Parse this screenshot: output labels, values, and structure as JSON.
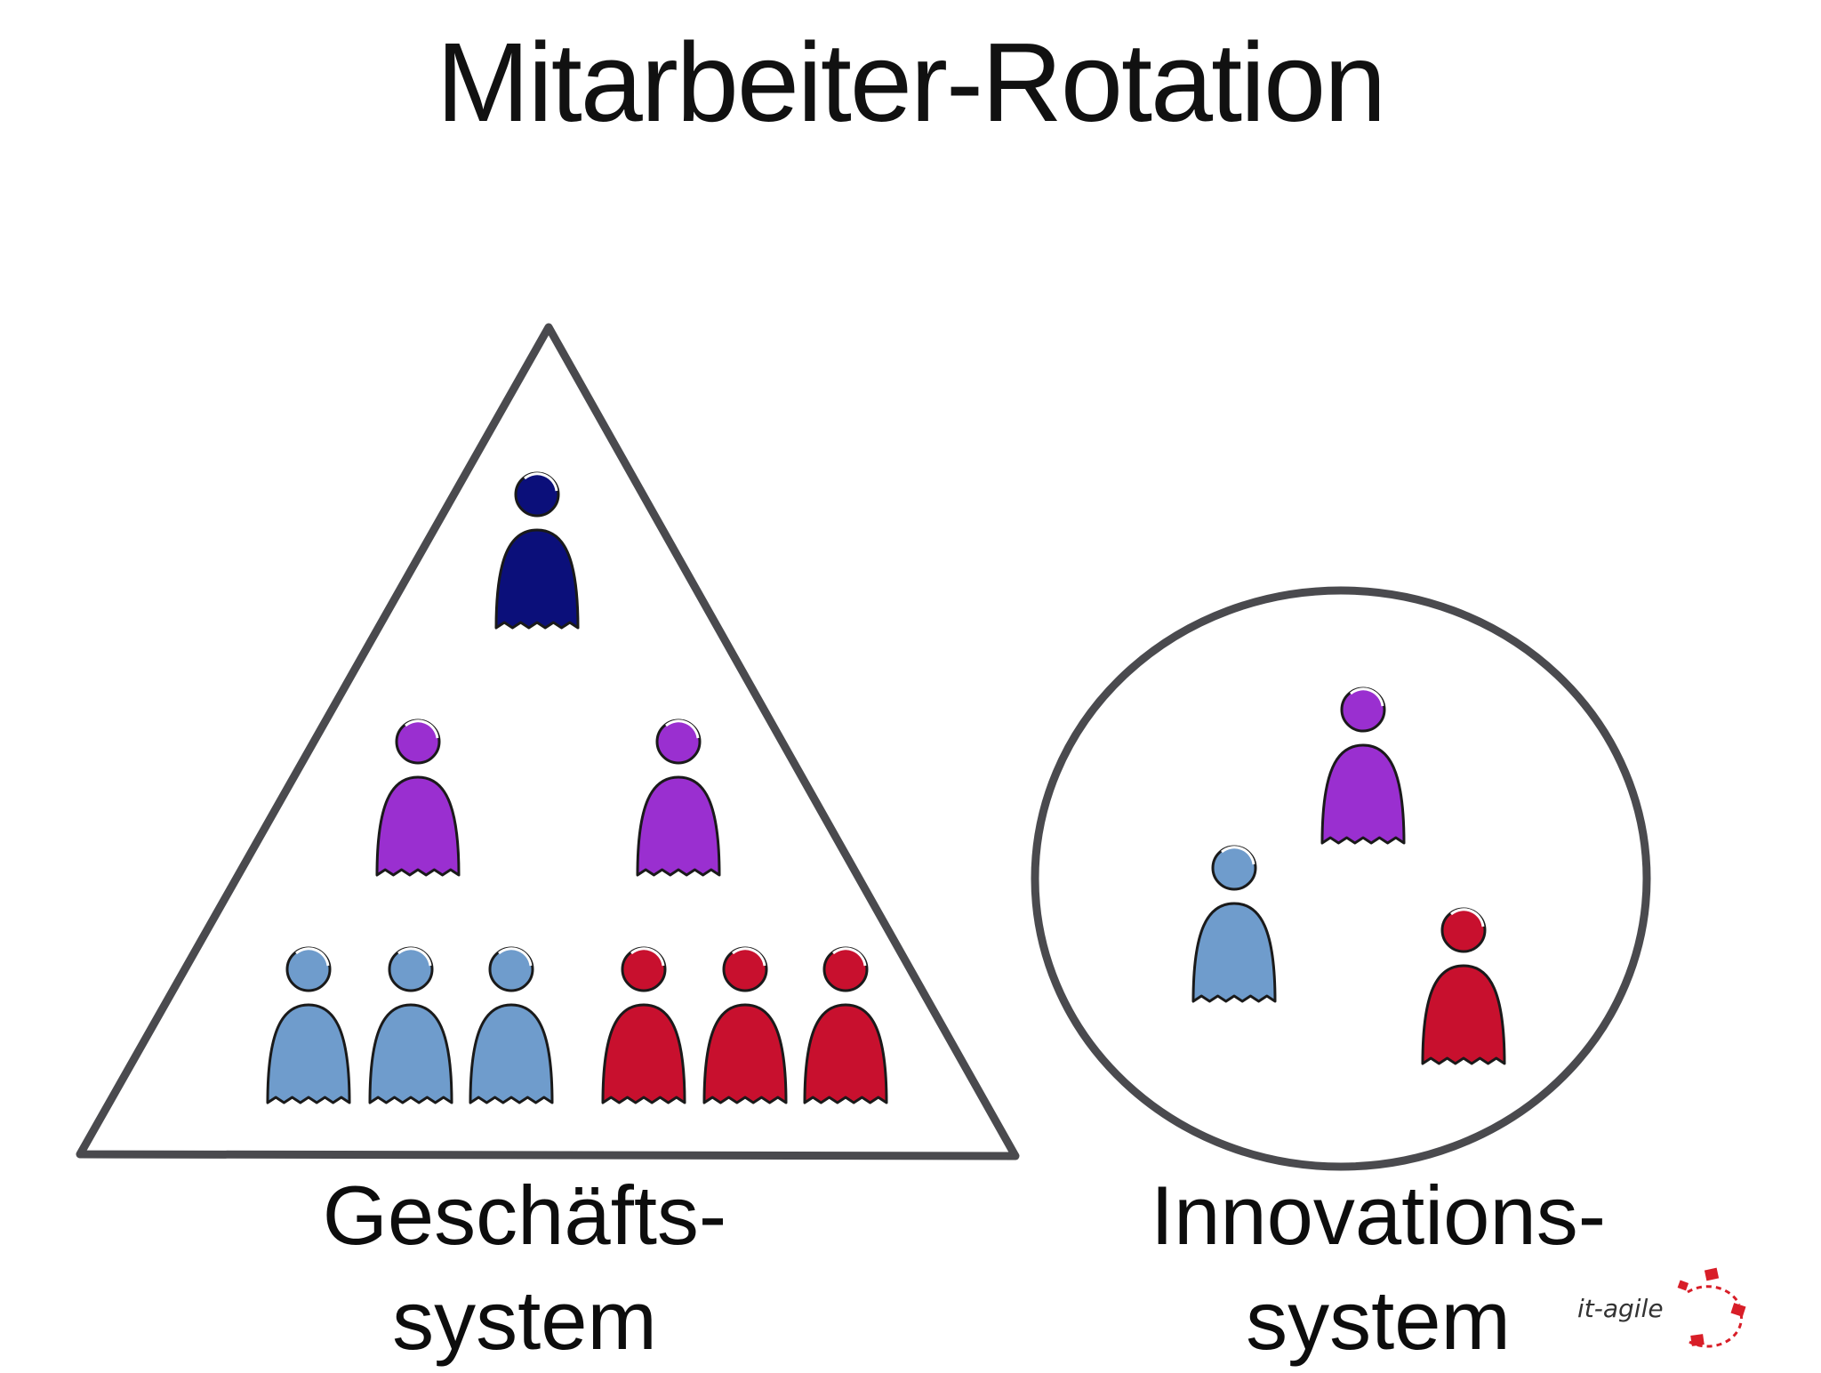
{
  "title": "Mitarbeiter-Rotation",
  "business_system": {
    "label_line1": "Geschäfts-",
    "label_line2": "system",
    "people": [
      {
        "role": "top",
        "color": "#0b0f7a"
      },
      {
        "role": "middle",
        "color": "#9a2fd0"
      },
      {
        "role": "middle",
        "color": "#9a2fd0"
      },
      {
        "role": "base",
        "color": "#6f9ccc"
      },
      {
        "role": "base",
        "color": "#6f9ccc"
      },
      {
        "role": "base",
        "color": "#6f9ccc"
      },
      {
        "role": "base",
        "color": "#c8102e"
      },
      {
        "role": "base",
        "color": "#c8102e"
      },
      {
        "role": "base",
        "color": "#c8102e"
      }
    ]
  },
  "innovation_system": {
    "label_line1": "Innovations-",
    "label_line2": "system",
    "people": [
      {
        "role": "member",
        "color": "#9a2fd0"
      },
      {
        "role": "member",
        "color": "#6f9ccc"
      },
      {
        "role": "member",
        "color": "#c8102e"
      }
    ]
  },
  "logo": {
    "text": "it-agile",
    "accent_color": "#d81e28"
  },
  "colors": {
    "outline": "#4a4a4e",
    "dark_blue": "#0b0f7a",
    "purple": "#9a2fd0",
    "light_blue": "#6f9ccc",
    "red": "#c8102e"
  }
}
